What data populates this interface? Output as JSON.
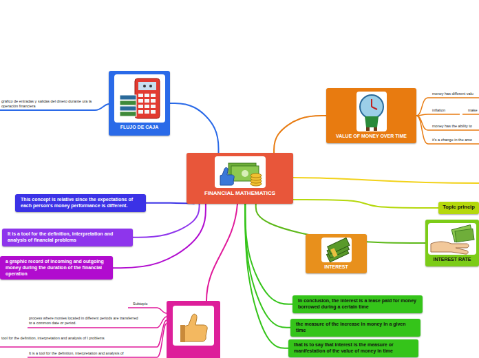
{
  "diagram": {
    "nodes": [
      {
        "text": [
          "FINANCIAL MATHEMATICS"
        ]
      },
      {
        "text": [
          "FLUJO DE CAJA"
        ]
      },
      {
        "text": [
          "VALUE OF MONEY OVER TIME"
        ]
      },
      {
        "text": [
          "This concept is relative since the expectations of each person's money performance is different."
        ]
      },
      {
        "text": [
          "Topic princip"
        ]
      },
      {
        "text": [
          "INTEREST RATE"
        ]
      },
      {
        "text": [
          "It is a tool for the definition, interpretation and analysis of financial problems"
        ]
      },
      {
        "text": [
          "INTEREST"
        ]
      },
      {
        "text": [
          "a graphic record of incoming and outgoing money during the duration of the financial operation"
        ]
      },
      {
        "text": [
          "In conclusion, the interest is a lease paid for money borrowed during a certain time"
        ]
      },
      {
        "text": [
          "the measure of the increase in money in a given time"
        ]
      },
      {
        "text": [
          "that is to say that interest is the measure or manifestation of the value of money in time"
        ]
      }
    ],
    "edges": [
      {
        "from": 0,
        "to": 1,
        "arrow": "none"
      },
      {
        "from": 0,
        "to": 2,
        "arrow": "none"
      },
      {
        "from": 0,
        "to": 3,
        "arrow": "none"
      },
      {
        "from": 0,
        "to": 4,
        "arrow": "none"
      },
      {
        "from": 0,
        "to": 5,
        "arrow": "none"
      },
      {
        "from": 0,
        "to": 6,
        "arrow": "none"
      },
      {
        "from": 0,
        "to": 8,
        "arrow": "none"
      },
      {
        "from": 0,
        "to": 9,
        "arrow": "none"
      },
      {
        "from": 0,
        "to": 10,
        "arrow": "none"
      },
      {
        "from": 0,
        "to": 11,
        "arrow": "none"
      }
    ],
    "labels": [
      "gráfico de entradas y salidas del dinero durante ura la operación financiera",
      "money has different valu",
      "inflation",
      "make",
      "money has the ability to",
      "it's a change in the amo",
      "Subtopic",
      "process where monies located in different periods are transferred to a common date or period.",
      "tool for the definition, interpretation and analysis of l problems",
      "It is a tool for the definition, interpretation and analysis of"
    ]
  }
}
